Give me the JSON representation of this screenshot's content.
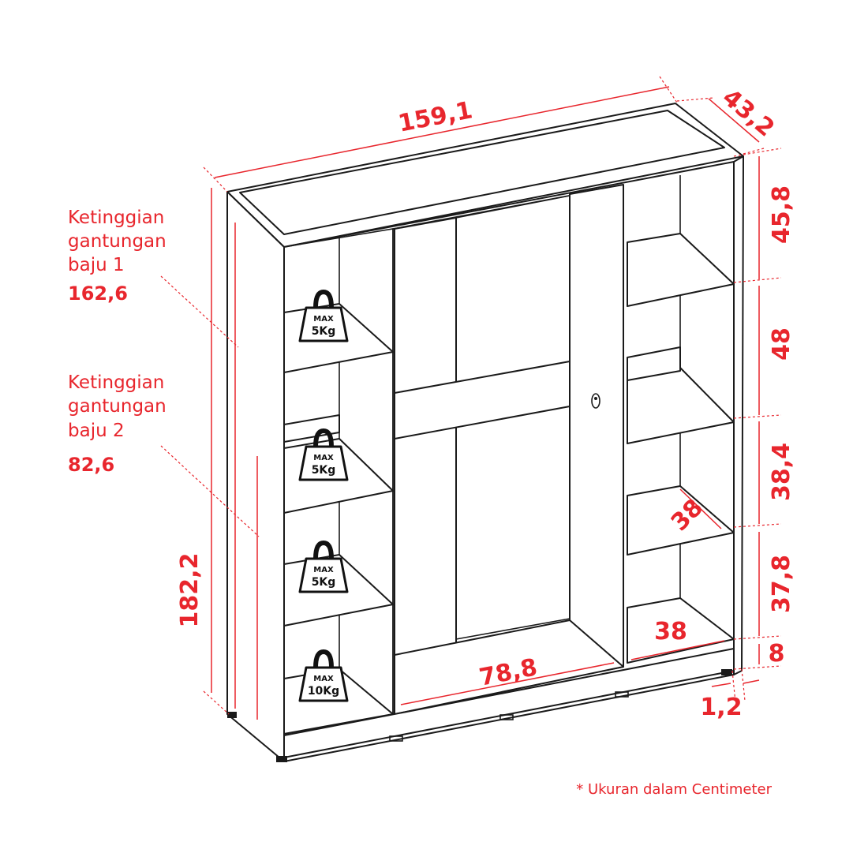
{
  "labels": {
    "hanger1": {
      "line1": "Ketinggian",
      "line2": "gantungan",
      "line3": "baju 1",
      "value": "162,6"
    },
    "hanger2": {
      "line1": "Ketinggian",
      "line2": "gantungan",
      "line3": "baju 2",
      "value": "82,6"
    }
  },
  "dimensions": {
    "width": "159,1",
    "depth": "43,2",
    "height": "182,2",
    "shelf_1": "45,8",
    "shelf_2": "48",
    "shelf_3": "38,4",
    "shelf_4": "37,8",
    "plinth": "8",
    "foot": "1,2",
    "center_width": "78,8",
    "shelf_width": "38",
    "shelf_depth": "38"
  },
  "weights": {
    "max_label": "MAX",
    "load_1": "5Kg",
    "load_2": "5Kg",
    "load_3": "5Kg",
    "load_4": "10Kg"
  },
  "note": "* Ukuran dalam Centimeter",
  "colors": {
    "accent": "#e8262d",
    "line": "#1a1a1a"
  }
}
